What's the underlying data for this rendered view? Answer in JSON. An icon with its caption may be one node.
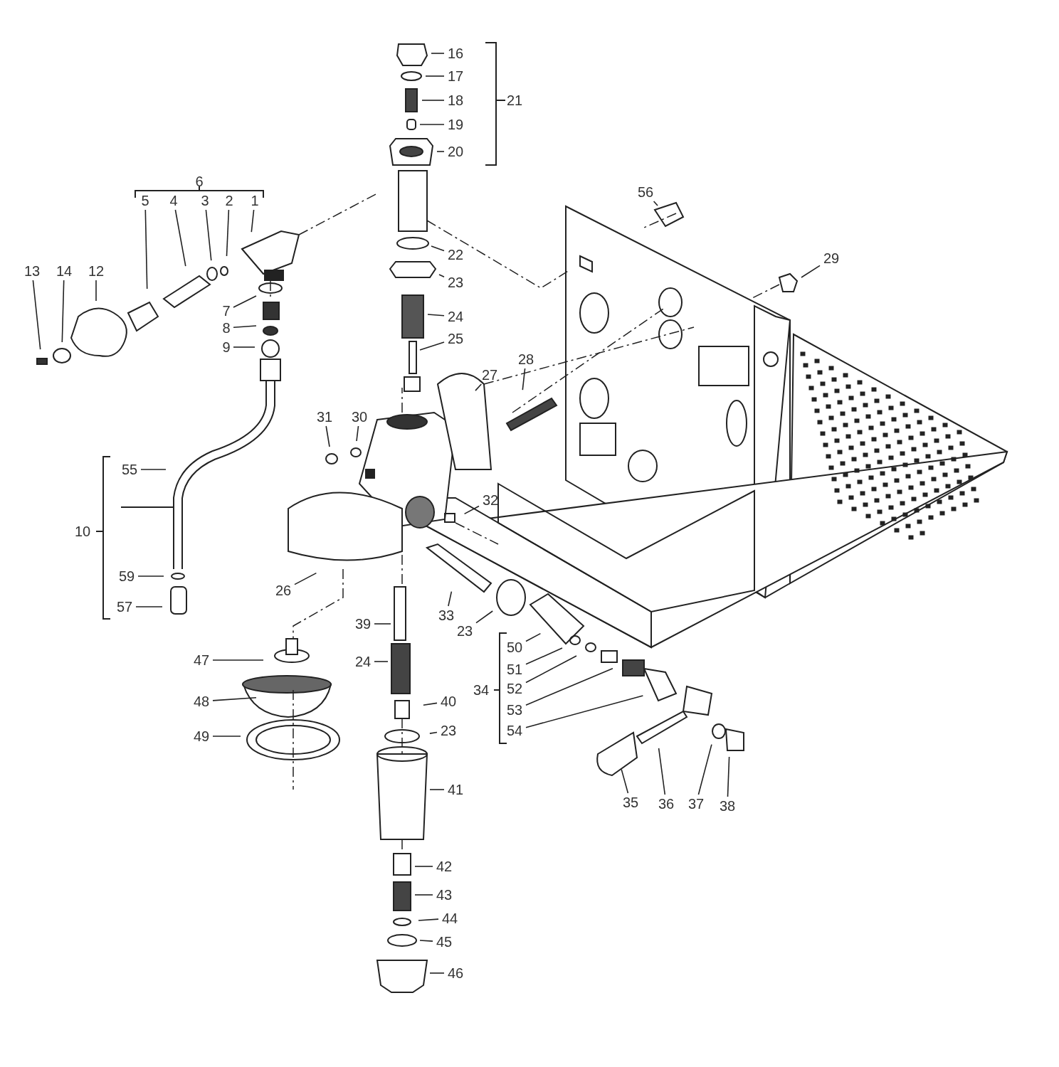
{
  "diagram": {
    "nodes": [
      {
        "text": [
          "16"
        ]
      },
      {
        "text": [
          "17"
        ]
      },
      {
        "text": [
          "18"
        ]
      },
      {
        "text": [
          "19"
        ]
      },
      {
        "text": [
          "20"
        ]
      },
      {
        "text": [
          "1"
        ]
      },
      {
        "text": [
          "2"
        ]
      },
      {
        "text": [
          "3"
        ]
      },
      {
        "text": [
          "4"
        ]
      },
      {
        "text": [
          "5"
        ]
      },
      {
        "text": [
          "56"
        ]
      },
      {
        "text": [
          "22"
        ]
      },
      {
        "text": [
          "29"
        ]
      },
      {
        "text": [
          "23"
        ]
      },
      {
        "text": [
          "13"
        ]
      },
      {
        "text": [
          "14"
        ]
      },
      {
        "text": [
          "12"
        ]
      },
      {
        "text": [
          "7"
        ]
      },
      {
        "text": [
          "24"
        ]
      },
      {
        "text": [
          "8"
        ]
      },
      {
        "text": [
          "9"
        ]
      },
      {
        "text": [
          "25"
        ]
      },
      {
        "text": [
          "28"
        ]
      },
      {
        "text": [
          "27"
        ]
      },
      {
        "text": [
          "31"
        ]
      },
      {
        "text": [
          "30"
        ]
      },
      {
        "text": [
          "55"
        ]
      },
      {
        "text": [
          "32"
        ]
      },
      {
        "text": [
          "59"
        ]
      },
      {
        "text": [
          "26"
        ]
      },
      {
        "text": [
          "57"
        ]
      },
      {
        "text": [
          "33"
        ]
      },
      {
        "text": [
          "23"
        ]
      },
      {
        "text": [
          "39"
        ]
      },
      {
        "text": [
          "50"
        ]
      },
      {
        "text": [
          "47"
        ]
      },
      {
        "text": [
          "24"
        ]
      },
      {
        "text": [
          "51"
        ]
      },
      {
        "text": [
          "52"
        ]
      },
      {
        "text": [
          "40"
        ]
      },
      {
        "text": [
          "48"
        ]
      },
      {
        "text": [
          "53"
        ]
      },
      {
        "text": [
          "23"
        ]
      },
      {
        "text": [
          "54"
        ]
      },
      {
        "text": [
          "49"
        ]
      },
      {
        "text": [
          "41"
        ]
      },
      {
        "text": [
          "35"
        ]
      },
      {
        "text": [
          "36"
        ]
      },
      {
        "text": [
          "37"
        ]
      },
      {
        "text": [
          "38"
        ]
      },
      {
        "text": [
          "42"
        ]
      },
      {
        "text": [
          "43"
        ]
      },
      {
        "text": [
          "44"
        ]
      },
      {
        "text": [
          "45"
        ]
      },
      {
        "text": [
          "46"
        ]
      }
    ],
    "edges": [
      {
        "from": 0,
        "to": null,
        "arrow": "none"
      },
      {
        "from": 1,
        "to": null,
        "arrow": "none"
      },
      {
        "from": 2,
        "to": null,
        "arrow": "none"
      },
      {
        "from": 3,
        "to": null,
        "arrow": "none"
      },
      {
        "from": 4,
        "to": null,
        "arrow": "none"
      },
      {
        "from": 5,
        "to": null,
        "arrow": "none"
      },
      {
        "from": 6,
        "to": null,
        "arrow": "none"
      },
      {
        "from": 7,
        "to": null,
        "arrow": "none"
      },
      {
        "from": 8,
        "to": null,
        "arrow": "none"
      },
      {
        "from": 9,
        "to": null,
        "arrow": "none"
      },
      {
        "from": 10,
        "to": null,
        "arrow": "none"
      },
      {
        "from": 11,
        "to": null,
        "arrow": "none"
      },
      {
        "from": 12,
        "to": null,
        "arrow": "none"
      },
      {
        "from": 13,
        "to": null,
        "arrow": "none"
      },
      {
        "from": 14,
        "to": null,
        "arrow": "none"
      },
      {
        "from": 15,
        "to": null,
        "arrow": "none"
      },
      {
        "from": 16,
        "to": null,
        "arrow": "none"
      },
      {
        "from": 17,
        "to": null,
        "arrow": "none"
      },
      {
        "from": 18,
        "to": null,
        "arrow": "none"
      },
      {
        "from": 19,
        "to": null,
        "arrow": "none"
      },
      {
        "from": 20,
        "to": null,
        "arrow": "none"
      },
      {
        "from": 21,
        "to": null,
        "arrow": "none"
      },
      {
        "from": 22,
        "to": null,
        "arrow": "none"
      },
      {
        "from": 23,
        "to": null,
        "arrow": "none"
      },
      {
        "from": 24,
        "to": null,
        "arrow": "none"
      },
      {
        "from": 25,
        "to": null,
        "arrow": "none"
      },
      {
        "from": 26,
        "to": null,
        "arrow": "none"
      },
      {
        "from": 27,
        "to": null,
        "arrow": "none"
      },
      {
        "from": 28,
        "to": null,
        "arrow": "none"
      },
      {
        "from": 29,
        "to": null,
        "arrow": "none"
      },
      {
        "from": 30,
        "to": null,
        "arrow": "none"
      },
      {
        "from": 31,
        "to": null,
        "arrow": "none"
      },
      {
        "from": 32,
        "to": null,
        "arrow": "none"
      },
      {
        "from": 33,
        "to": null,
        "arrow": "none"
      },
      {
        "from": 34,
        "to": null,
        "arrow": "none"
      },
      {
        "from": 35,
        "to": null,
        "arrow": "none"
      },
      {
        "from": 36,
        "to": null,
        "arrow": "none"
      },
      {
        "from": 37,
        "to": null,
        "arrow": "none"
      },
      {
        "from": 38,
        "to": null,
        "arrow": "none"
      },
      {
        "from": 39,
        "to": null,
        "arrow": "none"
      },
      {
        "from": 40,
        "to": null,
        "arrow": "none"
      },
      {
        "from": 41,
        "to": null,
        "arrow": "none"
      },
      {
        "from": 42,
        "to": null,
        "arrow": "none"
      },
      {
        "from": 43,
        "to": null,
        "arrow": "none"
      },
      {
        "from": 44,
        "to": null,
        "arrow": "none"
      },
      {
        "from": 45,
        "to": null,
        "arrow": "none"
      },
      {
        "from": 46,
        "to": null,
        "arrow": "none"
      },
      {
        "from": 47,
        "to": null,
        "arrow": "none"
      },
      {
        "from": 48,
        "to": null,
        "arrow": "none"
      },
      {
        "from": 49,
        "to": null,
        "arrow": "none"
      },
      {
        "from": 50,
        "to": null,
        "arrow": "none"
      },
      {
        "from": 51,
        "to": null,
        "arrow": "none"
      },
      {
        "from": 52,
        "to": null,
        "arrow": "none"
      },
      {
        "from": 53,
        "to": null,
        "arrow": "none"
      },
      {
        "from": 54,
        "to": null,
        "arrow": "none"
      }
    ],
    "labels": [
      "21",
      "6",
      "10",
      "34"
    ]
  }
}
